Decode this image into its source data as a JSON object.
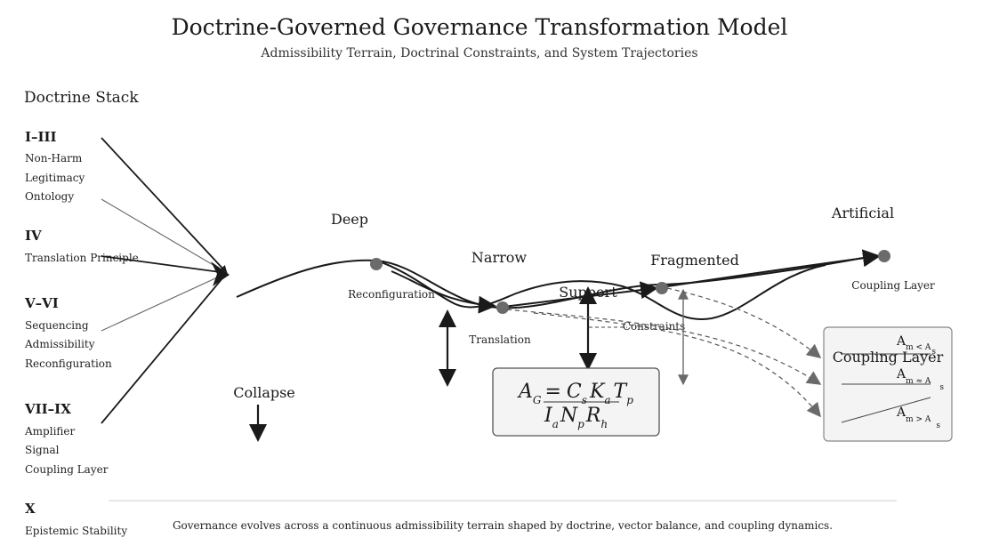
{
  "header": {
    "title": "Doctrine-Governed Governance Transformation Model",
    "subtitle": "Admissibility Terrain, Doctrinal Constraints, and System Trajectories"
  },
  "doctrine_stack": {
    "heading": "Doctrine Stack",
    "groups": [
      {
        "label": "I–III",
        "items": [
          "Non-Harm",
          "Legitimacy",
          "Ontology"
        ]
      },
      {
        "label": "IV",
        "items": [
          "Translation Principle"
        ]
      },
      {
        "label": "V–VI",
        "items": [
          "Sequencing",
          "Admissibility",
          "Reconfiguration"
        ]
      },
      {
        "label": "VII–IX",
        "items": [
          "Amplifier",
          "Signal",
          "Coupling Layer"
        ]
      },
      {
        "label": "X",
        "items": [
          "Epistemic Stability"
        ]
      }
    ]
  },
  "terrain": {
    "regions": {
      "deep": "Deep",
      "narrow": "Narrow",
      "fragmented": "Fragmented",
      "artificial": "Artificial",
      "collapse": "Collapse"
    },
    "nodes": {
      "reconfiguration": "Reconfiguration",
      "translation": "Translation",
      "support": "Support",
      "constraints": "Constraints",
      "coupling_layer": "Coupling Layer"
    }
  },
  "formula": {
    "lhs": "A",
    "lhs_sub": "G",
    "eq": "=",
    "num": [
      "C",
      "s",
      "K",
      "a",
      "T",
      "p"
    ],
    "den": [
      "I",
      "a",
      "N",
      "p",
      "R",
      "h"
    ]
  },
  "coupling_box": {
    "title": "Coupling Layer",
    "rows": [
      {
        "a": "A",
        "sub": "m < A",
        "tail": "s"
      },
      {
        "a": "A",
        "sub": "m ≈ A",
        "tail": "s"
      },
      {
        "a": "A",
        "sub": "m > A",
        "tail": "s"
      }
    ]
  },
  "footer": {
    "caption": "Governance evolves across a continuous admissibility terrain shaped by doctrine, vector balance, and coupling dynamics."
  }
}
